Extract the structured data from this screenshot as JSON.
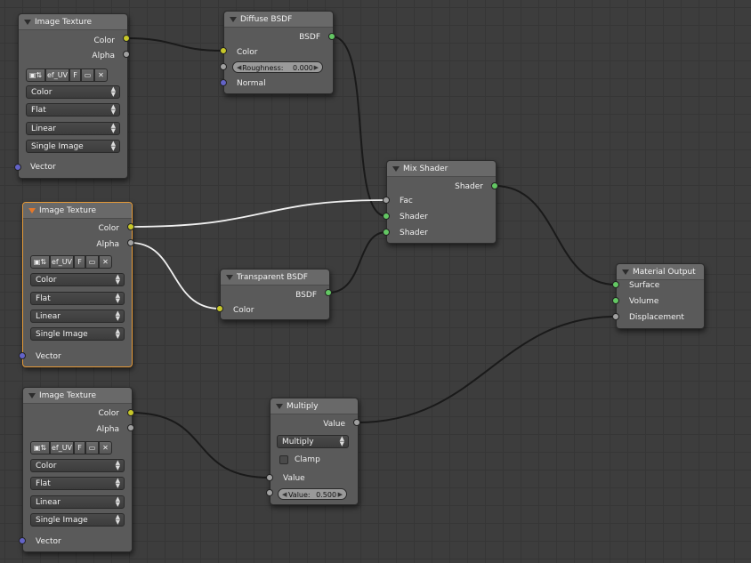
{
  "nodes": {
    "image_texture_1": {
      "title": "Image Texture",
      "outputs": [
        "Color",
        "Alpha"
      ],
      "image": {
        "name": "ef_UV",
        "fake_user": "F"
      },
      "color_space": "Color",
      "projection": "Flat",
      "interpolation": "Linear",
      "source": "Single Image",
      "input": "Vector"
    },
    "image_texture_2": {
      "title": "Image Texture",
      "outputs": [
        "Color",
        "Alpha"
      ],
      "image": {
        "name": "ef_UV",
        "fake_user": "F"
      },
      "color_space": "Color",
      "projection": "Flat",
      "interpolation": "Linear",
      "source": "Single Image",
      "input": "Vector"
    },
    "image_texture_3": {
      "title": "Image Texture",
      "outputs": [
        "Color",
        "Alpha"
      ],
      "image": {
        "name": "ef_UV",
        "fake_user": "F"
      },
      "color_space": "Color",
      "projection": "Flat",
      "interpolation": "Linear",
      "source": "Single Image",
      "input": "Vector"
    },
    "diffuse_bsdf": {
      "title": "Diffuse BSDF",
      "output": "BSDF",
      "inputs": {
        "color": "Color",
        "normal": "Normal"
      },
      "roughness": {
        "label": "Roughness:",
        "value": "0.000"
      }
    },
    "transparent_bsdf": {
      "title": "Transparent BSDF",
      "output": "BSDF",
      "input": "Color"
    },
    "mix_shader": {
      "title": "Mix Shader",
      "output": "Shader",
      "inputs": [
        "Fac",
        "Shader",
        "Shader"
      ]
    },
    "material_output": {
      "title": "Material Output",
      "inputs": [
        "Surface",
        "Volume",
        "Displacement"
      ]
    },
    "multiply": {
      "title": "Multiply",
      "output": "Value",
      "operation": "Multiply",
      "clamp_label": "Clamp",
      "input": "Value",
      "value": {
        "label": "Value:",
        "value": "0.500"
      }
    }
  },
  "socket_colors": {
    "color": "#c7c729",
    "float": "#a1a1a1",
    "shader": "#63c763",
    "vector": "#6363c7"
  },
  "accent": {
    "active_node": "#e59a38",
    "wire": "#1e1e1e",
    "wire_selected": "#f0f0f0"
  }
}
